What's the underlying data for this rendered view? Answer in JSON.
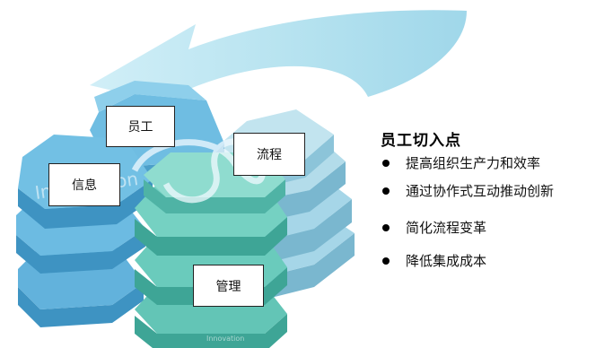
{
  "diagram": {
    "labels": {
      "employee": "员工",
      "process": "流程",
      "info": "信息",
      "management": "管理"
    }
  },
  "panel": {
    "title": "员工切入点",
    "items": [
      "提高组织生产力和效率",
      "通过协作式互动推动创新",
      "简化流程变革",
      "降低集成成本"
    ]
  },
  "colors": {
    "arrow": "#a6dcec",
    "hex_blue": "#5fb4dd",
    "hex_blue_dark": "#3e93c2",
    "hex_teal": "#5fc8b8",
    "hex_teal_dark": "#3ea596",
    "hex_light": "#9ed3e6",
    "hex_light_dark": "#7ab7cf"
  }
}
